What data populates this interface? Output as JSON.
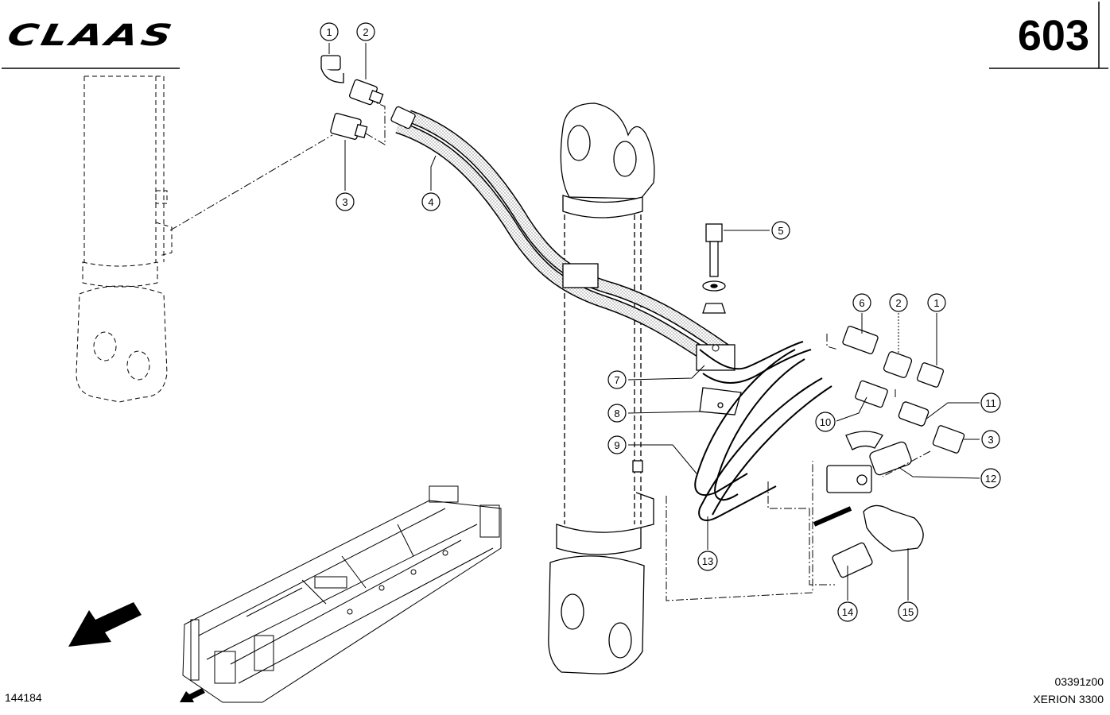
{
  "header": {
    "brand": "CLAAS",
    "page_number": "603"
  },
  "footer": {
    "left_code": "144184",
    "drawing_number": "03391z00",
    "model": "XERION 3300"
  },
  "callouts": [
    {
      "id": "c1a",
      "label": "1"
    },
    {
      "id": "c2a",
      "label": "2"
    },
    {
      "id": "c3a",
      "label": "3"
    },
    {
      "id": "c4",
      "label": "4"
    },
    {
      "id": "c5",
      "label": "5"
    },
    {
      "id": "c6",
      "label": "6"
    },
    {
      "id": "c2b",
      "label": "2"
    },
    {
      "id": "c1b",
      "label": "1"
    },
    {
      "id": "c7",
      "label": "7"
    },
    {
      "id": "c8",
      "label": "8"
    },
    {
      "id": "c11",
      "label": "11"
    },
    {
      "id": "c10",
      "label": "10"
    },
    {
      "id": "c3b",
      "label": "3"
    },
    {
      "id": "c9",
      "label": "9"
    },
    {
      "id": "c12",
      "label": "12"
    },
    {
      "id": "c13",
      "label": "13"
    },
    {
      "id": "c14",
      "label": "14"
    },
    {
      "id": "c15",
      "label": "15"
    }
  ]
}
